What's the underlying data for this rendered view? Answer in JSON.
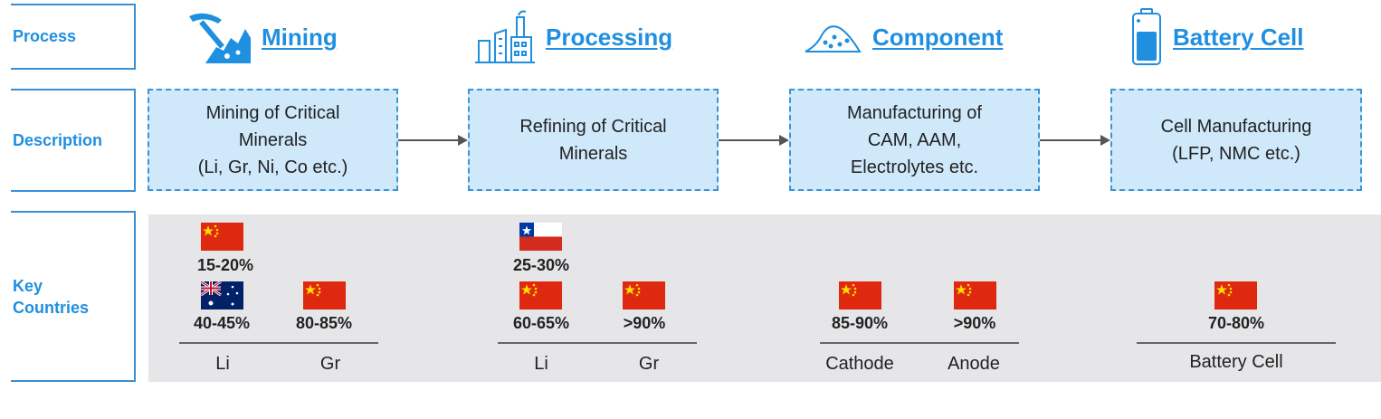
{
  "row_labels": {
    "process": "Process",
    "description": "Description",
    "key_countries": "Key\nCountries"
  },
  "stages": [
    {
      "title": "Mining",
      "icon": "mining-pickaxe-icon"
    },
    {
      "title": "Processing",
      "icon": "factory-icon"
    },
    {
      "title": "Component",
      "icon": "powder-pile-icon"
    },
    {
      "title": "Battery Cell",
      "icon": "battery-icon"
    }
  ],
  "descriptions": [
    "Mining of Critical\nMinerals\n(Li, Gr, Ni, Co etc.)",
    "Refining of Critical\nMinerals",
    "Manufacturing of\nCAM, AAM,\nElectrolytes etc.",
    "Cell Manufacturing\n(LFP, NMC etc.)"
  ],
  "key_countries": [
    {
      "materials": [
        "Li",
        "Gr"
      ],
      "entries": [
        {
          "country": "china",
          "share": "15-20%"
        },
        {
          "country": "australia",
          "share": "40-45%"
        },
        {
          "country": "china",
          "share": "80-85%"
        }
      ]
    },
    {
      "materials": [
        "Li",
        "Gr"
      ],
      "entries": [
        {
          "country": "chile",
          "share": "25-30%"
        },
        {
          "country": "china",
          "share": "60-65%"
        },
        {
          "country": "china",
          "share": ">90%"
        }
      ]
    },
    {
      "materials": [
        "Cathode",
        "Anode"
      ],
      "entries": [
        {
          "country": "china",
          "share": "85-90%"
        },
        {
          "country": "china",
          "share": ">90%"
        }
      ]
    },
    {
      "materials": [
        "Battery Cell"
      ],
      "entries": [
        {
          "country": "china",
          "share": "70-80%"
        }
      ]
    }
  ],
  "colors": {
    "accent": "#1f8fe0",
    "desc_fill": "#cfe8fa",
    "panel": "#e6e6e9"
  }
}
